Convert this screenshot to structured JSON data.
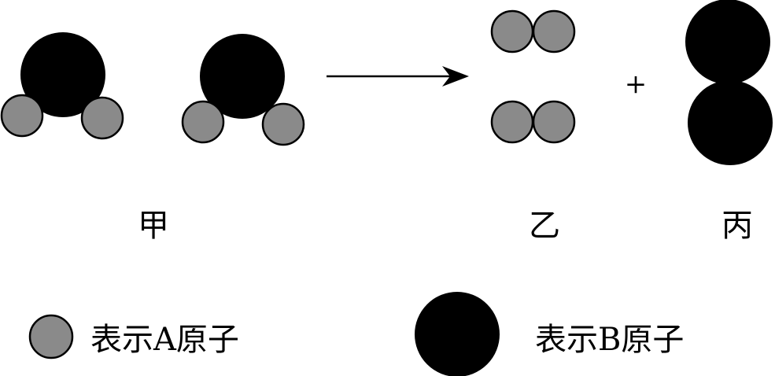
{
  "labels": {
    "reactant": "甲",
    "product_1": "乙",
    "product_2": "丙",
    "plus": "+"
  },
  "legend": {
    "atom_a": "表示A原子",
    "atom_b": "表示B原子"
  },
  "colors": {
    "atom_a": "#8a8a8a",
    "atom_b": "#000000"
  }
}
